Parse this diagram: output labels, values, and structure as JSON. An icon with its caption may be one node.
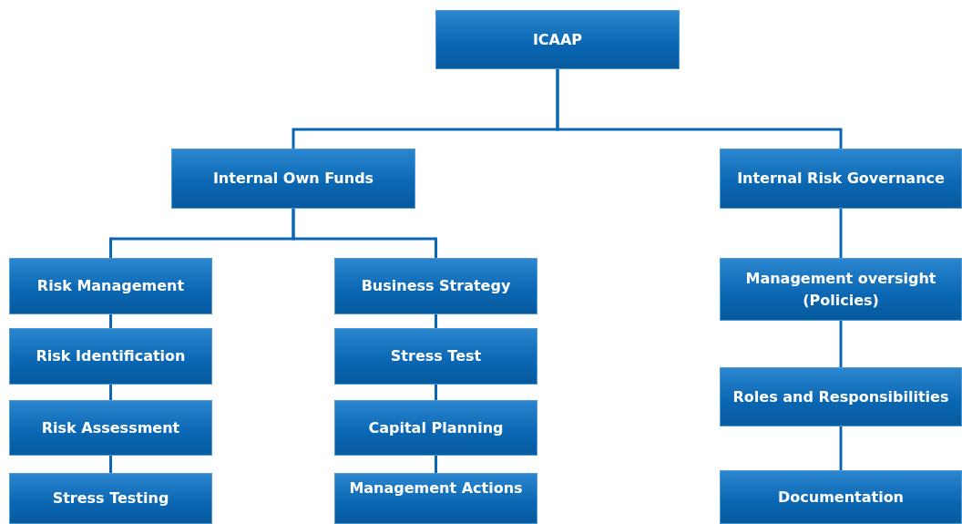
{
  "diagram": {
    "nodes": [
      {
        "text": [
          "ICAAP"
        ]
      },
      {
        "text": [
          "Internal Own Funds"
        ]
      },
      {
        "text": [
          "Internal Risk Governance"
        ]
      },
      {
        "text": [
          "Risk Management"
        ]
      },
      {
        "text": [
          "Risk Identification"
        ]
      },
      {
        "text": [
          "Risk Assessment"
        ]
      },
      {
        "text": [
          "Stress Testing"
        ]
      },
      {
        "text": [
          "Business Strategy"
        ]
      },
      {
        "text": [
          "Stress Test"
        ]
      },
      {
        "text": [
          "Capital Planning"
        ]
      },
      {
        "text": [
          "Management Actions"
        ]
      },
      {
        "text": [
          "Management oversight (Policies)"
        ]
      },
      {
        "text": [
          "Roles and Responsibilities"
        ]
      },
      {
        "text": [
          "Documentation"
        ]
      }
    ],
    "edges": [
      {
        "from": 0,
        "to": 1,
        "arrow": "none"
      },
      {
        "from": 0,
        "to": 2,
        "arrow": "none"
      },
      {
        "from": 1,
        "to": 3,
        "arrow": "none"
      },
      {
        "from": 1,
        "to": 7,
        "arrow": "none"
      },
      {
        "from": 3,
        "to": 4,
        "arrow": "none"
      },
      {
        "from": 4,
        "to": 5,
        "arrow": "none"
      },
      {
        "from": 5,
        "to": 6,
        "arrow": "none"
      },
      {
        "from": 7,
        "to": 8,
        "arrow": "none"
      },
      {
        "from": 8,
        "to": 9,
        "arrow": "none"
      },
      {
        "from": 9,
        "to": 10,
        "arrow": "none"
      },
      {
        "from": 2,
        "to": 11,
        "arrow": "none"
      },
      {
        "from": 11,
        "to": 12,
        "arrow": "none"
      },
      {
        "from": 12,
        "to": 13,
        "arrow": "none"
      }
    ]
  }
}
